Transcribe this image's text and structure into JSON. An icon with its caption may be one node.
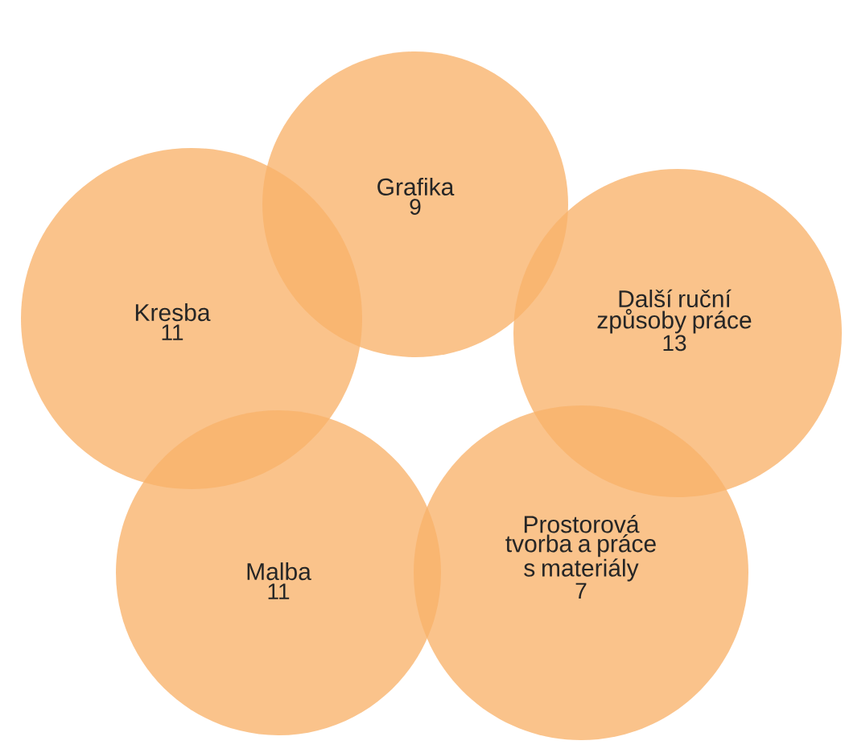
{
  "diagram": {
    "nodes": [
      {
        "text": [
          "Grafika",
          "9"
        ]
      },
      {
        "text": [
          "Kresba",
          "11"
        ]
      },
      {
        "text": [
          "Další ruční způsoby práce",
          "13"
        ]
      },
      {
        "text": [
          "Malba",
          "11"
        ]
      },
      {
        "text": [
          "Prostorová tvorba a práce s materiály",
          "7"
        ]
      }
    ]
  }
}
